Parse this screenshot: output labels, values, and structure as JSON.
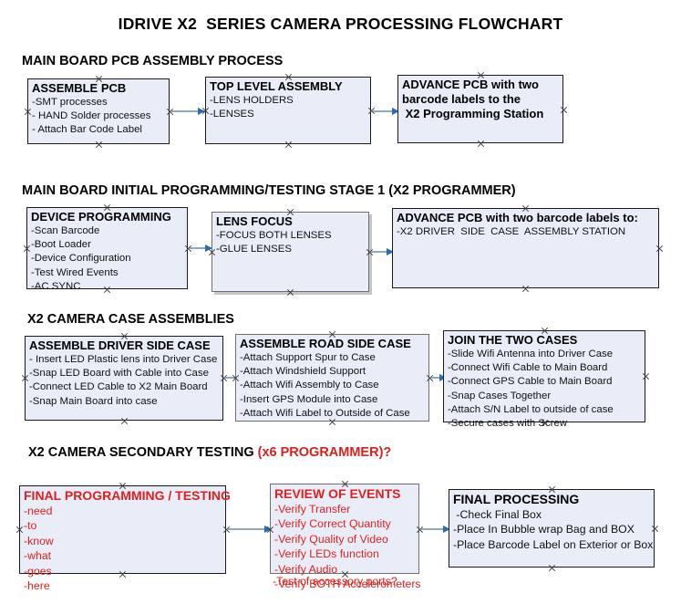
{
  "document": {
    "title": "IDRIVE X2  SERIES CAMERA PROCESSING FLOWCHART",
    "accent_red": "#e02020",
    "box_fill": "#e8edf7",
    "box_border": "#1a1a1a",
    "arrow_color": "#8fa8c4",
    "arrowhead_color": "#2b6cb0"
  },
  "sections": [
    {
      "heading": "MAIN BOARD PCB ASSEMBLY PROCESS",
      "heading_suffix": "",
      "boxes": [
        {
          "title": "ASSEMBLE PCB",
          "lines": [
            "-SMT processes",
            "- HAND Solder processes",
            "- Attach Bar Code Label"
          ]
        },
        {
          "title": "TOP LEVEL ASSEMBLY",
          "lines": [
            "-LENS HOLDERS",
            "-LENSES"
          ]
        },
        {
          "title": "ADVANCE PCB with two",
          "lines": [
            "barcode labels to the",
            " X2 Programming Station"
          ]
        }
      ]
    },
    {
      "heading": "MAIN BOARD INITIAL PROGRAMMING/TESTING STAGE 1 (X2 PROGRAMMER)",
      "heading_suffix": "",
      "boxes": [
        {
          "title": "DEVICE PROGRAMMING",
          "lines": [
            "-Scan Barcode",
            "-Boot Loader",
            "-Device Configuration",
            "-Test Wired Events",
            "-AC SYNC"
          ]
        },
        {
          "title": "LENS FOCUS",
          "lines": [
            "-FOCUS BOTH LENSES",
            "-GLUE LENSES"
          ]
        },
        {
          "title": "ADVANCE PCB with two barcode labels to:",
          "lines": [
            "-X2 DRIVER  SIDE  CASE  ASSEMBLY STATION"
          ]
        }
      ]
    },
    {
      "heading": "X2 CAMERA CASE ASSEMBLIES",
      "heading_suffix": "",
      "boxes": [
        {
          "title": "ASSEMBLE DRIVER SIDE CASE",
          "lines": [
            "- Insert LED Plastic lens into Driver Case",
            "-Snap LED Board with Cable into Case",
            "-Connect LED Cable to X2 Main Board",
            "-Snap Main Board into case"
          ]
        },
        {
          "title": "ASSEMBLE ROAD SIDE CASE",
          "lines": [
            "-Attach Support Spur to Case",
            "-Attach Windshield Support",
            "-Attach Wifi Assembly to Case",
            "-Insert GPS Module into Case",
            "-Attach Wifi Label to Outside of Case"
          ]
        },
        {
          "title": "JOIN THE TWO CASES",
          "lines": [
            "-Slide Wifi Antenna into Driver Case",
            "-Connect Wifi Cable to Main Board",
            "-Connect GPS Cable to Main Board",
            "-Snap Cases Together",
            "-Attach S/N Label to outside of case",
            "-Secure cases with Screw"
          ]
        }
      ]
    },
    {
      "heading": "X2 CAMERA SECONDARY TESTING ",
      "heading_suffix": "(x6 PROGRAMMER)?",
      "boxes": [
        {
          "title": "FINAL PROGRAMMING / TESTING",
          "lines": [
            "-need",
            "-to",
            "-know",
            "-what",
            "-goes",
            "-here"
          ]
        },
        {
          "title": "REVIEW OF EVENTS",
          "lines": [
            "-Verify Transfer",
            "-Verify Correct Quantity",
            "-Verify Quality of Video",
            "-Verify LEDs function",
            "-Verify Audio",
            "-Verify BOTH Accelerometers"
          ],
          "overflow_line": "-Test of accessory ports?"
        },
        {
          "title": "FINAL PROCESSING",
          "lines": [
            " -Check Final Box",
            "-Place In Bubble wrap Bag and BOX",
            "-Place Barcode Label on Exterior or Box"
          ]
        }
      ]
    }
  ]
}
